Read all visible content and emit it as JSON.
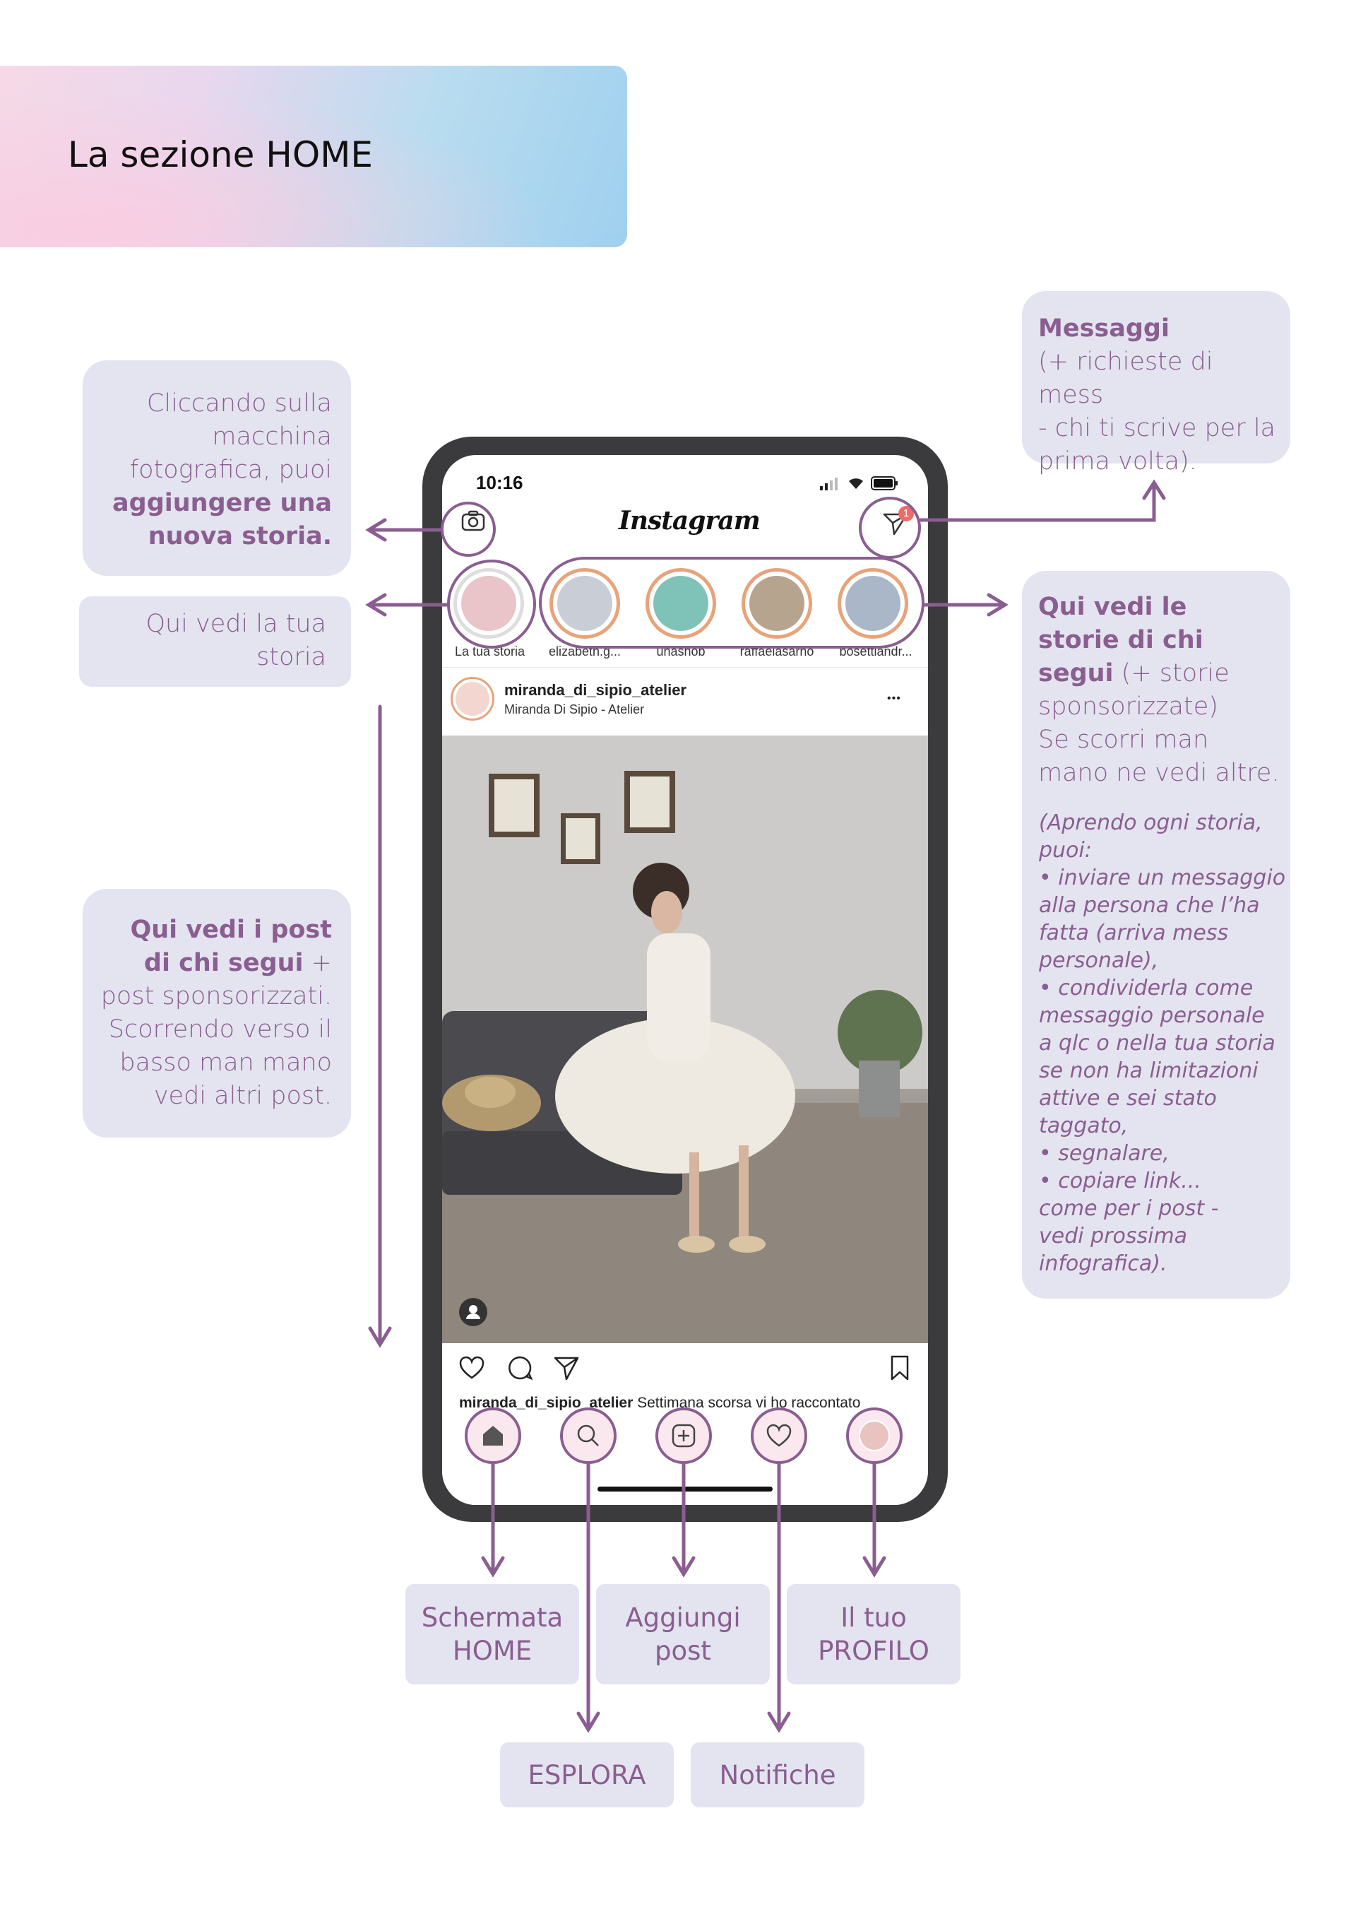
{
  "header": {
    "title": "La sezione HOME"
  },
  "callouts": {
    "camera": {
      "line1": "Cliccando sulla",
      "line2": "macchina",
      "line3": "fotografica, puoi",
      "bold1": "aggiungere una",
      "bold2": "nuova storia."
    },
    "your_story": {
      "line1": "Qui vedi la tua",
      "line2": "storia"
    },
    "posts": {
      "bold1": "Qui vedi i post",
      "bold2": "di chi segui",
      "plus": " +",
      "line3": "post sponsorizzati.",
      "line4": "Scorrendo verso il",
      "line5": "basso man mano",
      "line6": "vedi altri post."
    },
    "messages": {
      "title": "Messaggi",
      "line1": "(+ richieste di mess",
      "line2": "- chi ti scrive per la",
      "line3": "prima volta)."
    },
    "stories": {
      "bold1": "Qui vedi le",
      "bold2": "storie di chi",
      "bold3": "segui",
      "line3rest": " (+ storie",
      "line4": "sponsorizzate)",
      "line5": "Se scorri man",
      "line6": "mano ne vedi altre.",
      "italic": [
        "(Aprendo ogni storia,",
        "puoi:",
        "• inviare un messaggio",
        "alla persona che l’ha",
        "fatta (arriva mess",
        "personale),",
        "• condividerla come",
        "messaggio personale",
        "a qlc o nella tua storia",
        "se non ha limitazioni",
        "attive e sei stato",
        "taggato,",
        "• segnalare,",
        "• copiare link...",
        "come per i post -",
        "vedi prossima",
        "infografica)."
      ]
    }
  },
  "nav_labels": {
    "home": {
      "line1": "Schermata",
      "line2": "HOME"
    },
    "add": {
      "line1": "Aggiungi",
      "line2": "post"
    },
    "profile": {
      "line1": "Il tuo",
      "line2": "PROFILO"
    },
    "explore": "ESPLORA",
    "notifications": "Notifiche"
  },
  "phone": {
    "time": "10:16",
    "app_name": "Instagram",
    "dm_badge": "1",
    "stories": [
      {
        "name": "La tua storia",
        "color": "#e9c4c8"
      },
      {
        "name": "elizabeth.g...",
        "color": "#c9cdd6"
      },
      {
        "name": "unasnob",
        "color": "#7fc2b8"
      },
      {
        "name": "raffaelasarno",
        "color": "#b7a48e"
      },
      {
        "name": "bosettiandr...",
        "color": "#a9b7c9"
      }
    ],
    "post": {
      "username": "miranda_di_sipio_atelier",
      "subtitle": "Miranda Di Sipio - Atelier",
      "more": "•••",
      "caption_user": "miranda_di_sipio_atelier",
      "caption_text": " Settimana scorsa vi ho raccontato"
    }
  },
  "colors": {
    "accent": "#8a5e90",
    "box_bg": "#e4e4f0",
    "phone_frame": "#3b3b3d"
  }
}
